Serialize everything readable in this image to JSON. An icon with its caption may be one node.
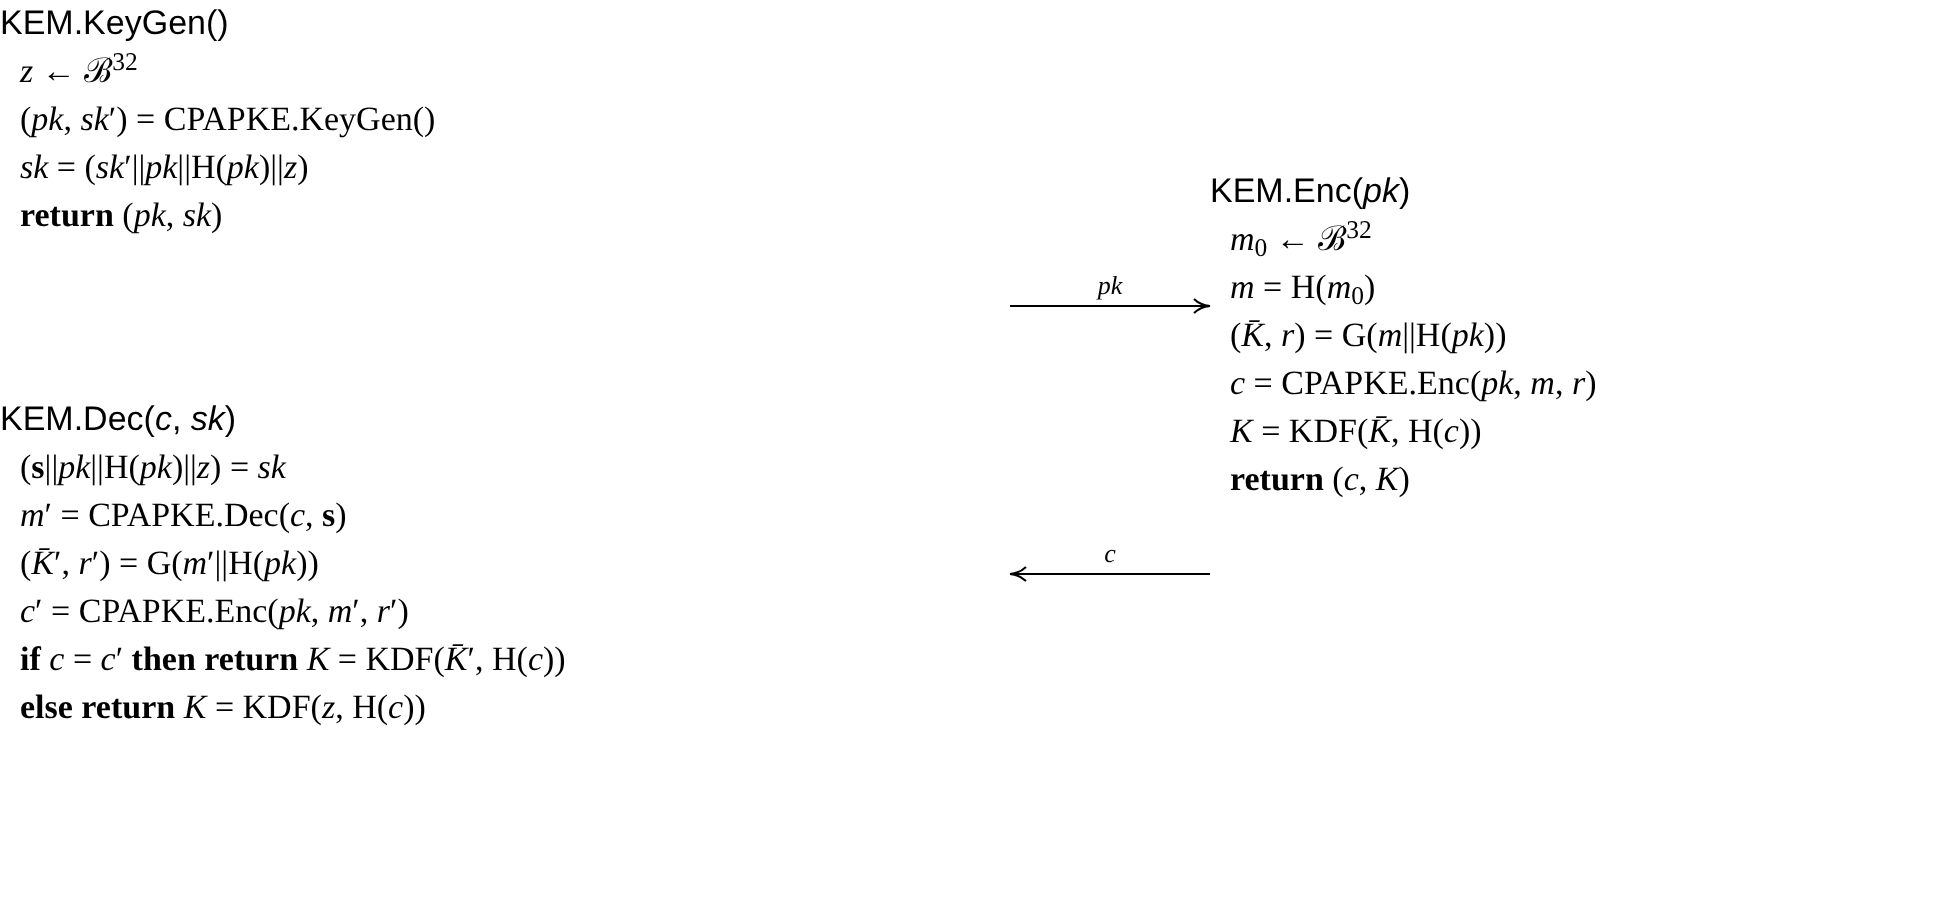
{
  "diagram": {
    "nodes": [
      {
        "text": [
          "KEM.KeyGen()",
          "*z* ← ℬ$^{32}$",
          "(*pk*, *sk*′) = CPAPKE.KeyGen()",
          "*sk* = (*sk*′||*pk*||H(*pk*)||*z*)",
          "**return** (*pk*, *sk*)"
        ]
      },
      {
        "text": [
          "KEM.Enc(*pk*)",
          "*m*$_{0}$ ← ℬ$^{32}$",
          "*m* = H(*m*$_{0}$)",
          "(*K̄*, *r*) = G(*m*||H(*pk*))",
          "*c* = CPAPKE.Enc(*pk*, *m*, *r*)",
          "*K* = KDF(*K̄*, H(*c*))",
          "**return** (*c*, *K*)"
        ]
      },
      {
        "text": [
          "KEM.Dec(*c*, *sk*)",
          "(**s**||*pk*||H(*pk*)||*z*) = *sk*",
          "*m*′ = CPAPKE.Dec(*c*, **s**)",
          "(*K̄*′, *r*′) = G(*m*′||H(*pk*))",
          "*c*′ = CPAPKE.Enc(*pk*, *m*′, *r*′)",
          "**if** *c* = *c*′ **then return** *K* = KDF(*K̄*′, H(*c*))",
          "**else return** *K* = KDF(*z*, H(*c*))"
        ]
      }
    ],
    "edges": [
      {
        "from": null,
        "to": 1,
        "arrow": "to",
        "label": "pk"
      },
      {
        "from": 1,
        "to": null,
        "arrow": "to",
        "label": "c"
      }
    ]
  }
}
